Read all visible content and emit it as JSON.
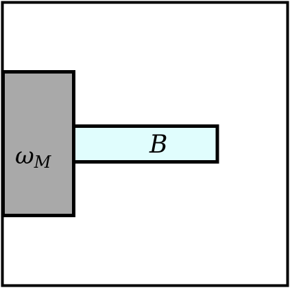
{
  "diagram": {
    "region_m_label": {
      "symbol": "ω",
      "subscript": "M"
    },
    "region_b_label": "B",
    "colors": {
      "border": "#000000",
      "background": "#ffffff",
      "region_m_fill": "#a9a9a9",
      "region_b_fill": "#e0fdfd"
    }
  }
}
